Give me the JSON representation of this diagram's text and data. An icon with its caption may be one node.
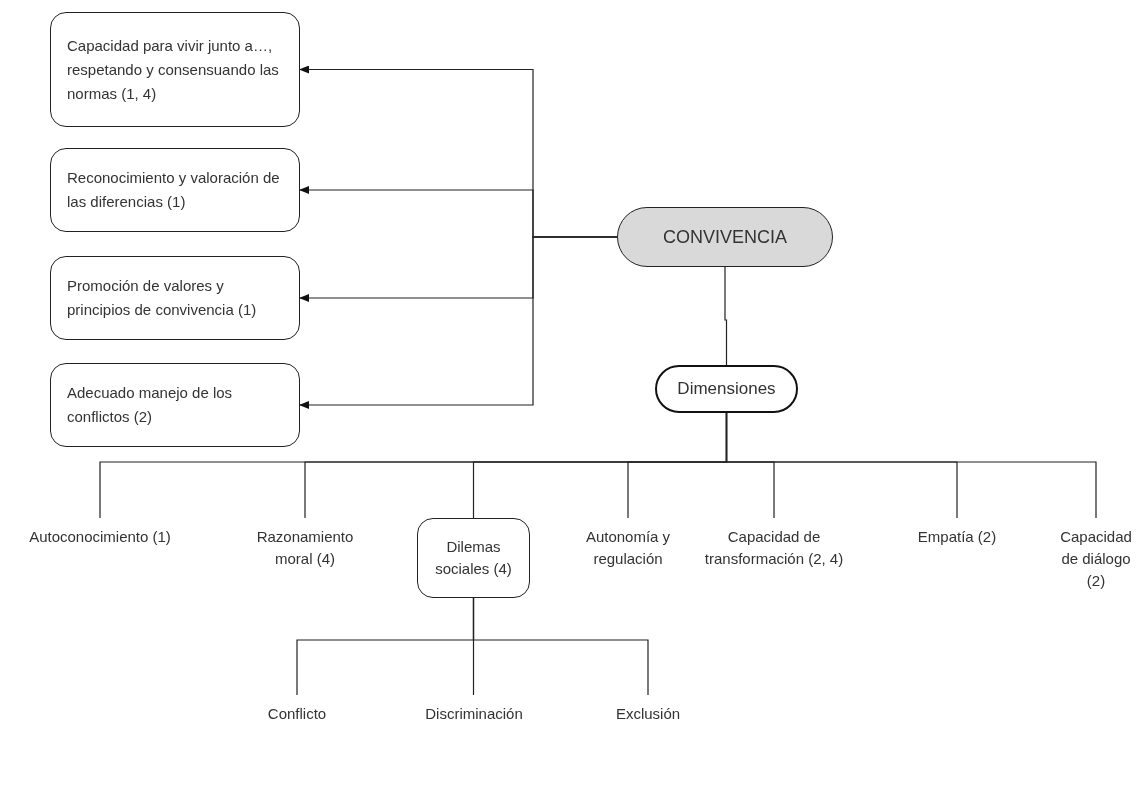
{
  "diagram": {
    "nodes": [
      {
        "text": [
          "Capacidad para vivir junto a…, respetando y consensuando las normas (1, 4)"
        ]
      },
      {
        "text": [
          "Reconocimiento y valoración de las diferencias (1)"
        ]
      },
      {
        "text": [
          "Promoción de valores y principios de convivencia (1)"
        ]
      },
      {
        "text": [
          "Adecuado manejo de los conflictos (2)"
        ]
      },
      {
        "text": [
          "CONVIVENCIA"
        ]
      },
      {
        "text": [
          "Dimensiones"
        ]
      },
      {
        "text": [
          "Autoconocimiento (1)"
        ]
      },
      {
        "text": [
          "Razonamiento moral (4)"
        ]
      },
      {
        "text": [
          "Dilemas sociales (4)"
        ]
      },
      {
        "text": [
          "Autonomía y regulación"
        ]
      },
      {
        "text": [
          "Capacidad de transformación (2, 4)"
        ]
      },
      {
        "text": [
          "Empatía (2)"
        ]
      },
      {
        "text": [
          "Capacidad de diálogo (2)"
        ]
      },
      {
        "text": [
          "Conflicto"
        ]
      },
      {
        "text": [
          "Discriminación"
        ]
      },
      {
        "text": [
          "Exclusión"
        ]
      }
    ],
    "edges": [
      {
        "from": 4,
        "to": 0,
        "arrow": "to"
      },
      {
        "from": 4,
        "to": 1,
        "arrow": "to"
      },
      {
        "from": 4,
        "to": 2,
        "arrow": "to"
      },
      {
        "from": 4,
        "to": 3,
        "arrow": "to"
      },
      {
        "from": 4,
        "to": 5,
        "arrow": "none"
      },
      {
        "from": 5,
        "to": 6,
        "arrow": "none"
      },
      {
        "from": 5,
        "to": 7,
        "arrow": "none"
      },
      {
        "from": 5,
        "to": 8,
        "arrow": "none"
      },
      {
        "from": 5,
        "to": 9,
        "arrow": "none"
      },
      {
        "from": 5,
        "to": 10,
        "arrow": "none"
      },
      {
        "from": 5,
        "to": 11,
        "arrow": "none"
      },
      {
        "from": 5,
        "to": 12,
        "arrow": "none"
      },
      {
        "from": 8,
        "to": 13,
        "arrow": "none"
      },
      {
        "from": 8,
        "to": 14,
        "arrow": "none"
      },
      {
        "from": 8,
        "to": 15,
        "arrow": "none"
      }
    ]
  }
}
